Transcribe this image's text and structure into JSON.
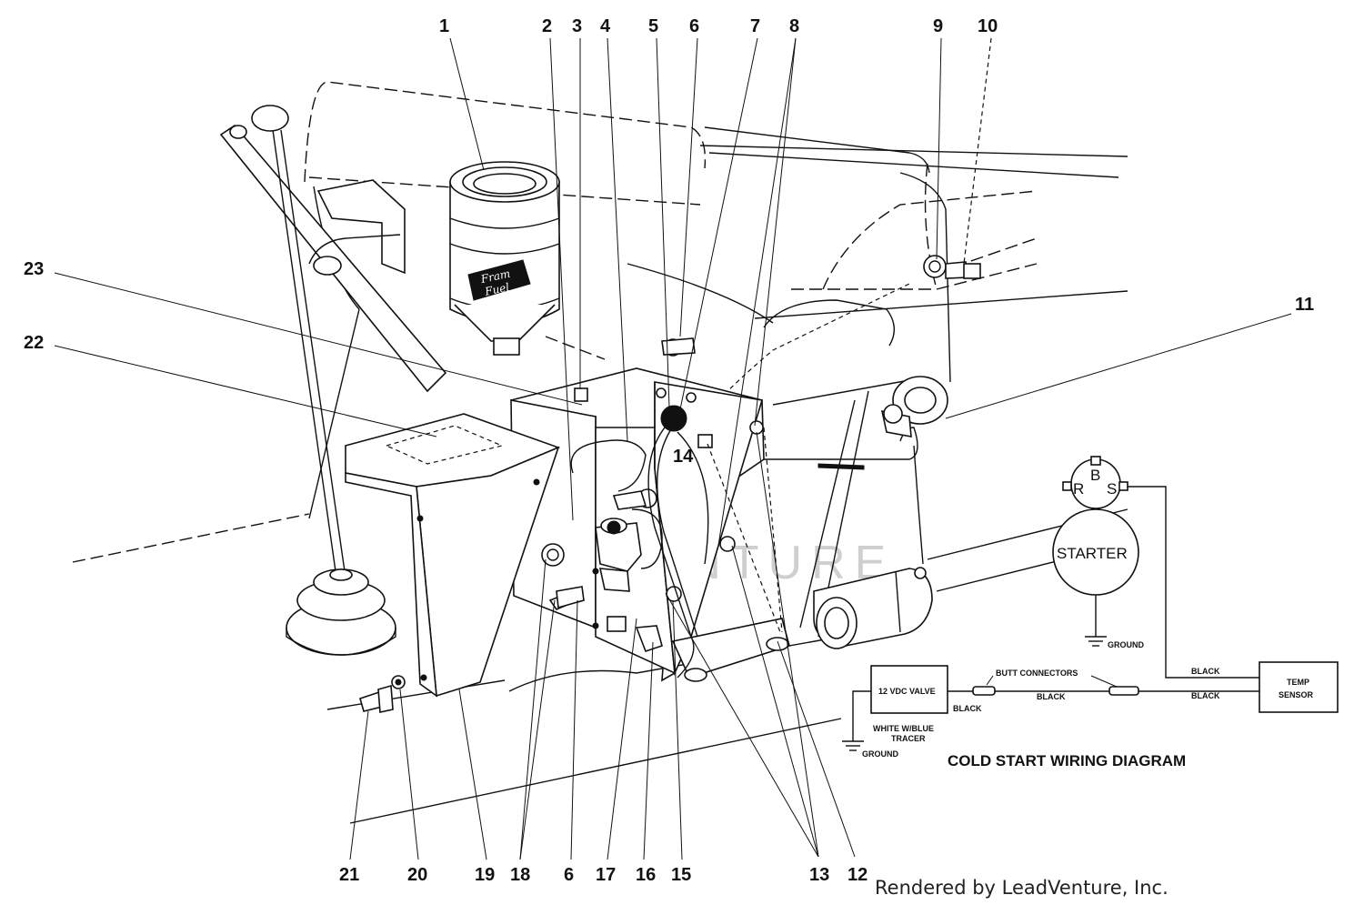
{
  "callouts": [
    {
      "id": "c1",
      "text": "1"
    },
    {
      "id": "c2",
      "text": "2"
    },
    {
      "id": "c3",
      "text": "3"
    },
    {
      "id": "c4",
      "text": "4"
    },
    {
      "id": "c5",
      "text": "5"
    },
    {
      "id": "c6a",
      "text": "6"
    },
    {
      "id": "c7",
      "text": "7"
    },
    {
      "id": "c8",
      "text": "8"
    },
    {
      "id": "c9",
      "text": "9"
    },
    {
      "id": "c10",
      "text": "10"
    },
    {
      "id": "c11",
      "text": "11"
    },
    {
      "id": "c12",
      "text": "12"
    },
    {
      "id": "c13",
      "text": "13"
    },
    {
      "id": "c14",
      "text": "14"
    },
    {
      "id": "c15",
      "text": "15"
    },
    {
      "id": "c16",
      "text": "16"
    },
    {
      "id": "c17",
      "text": "17"
    },
    {
      "id": "c6b",
      "text": "6"
    },
    {
      "id": "c18",
      "text": "18"
    },
    {
      "id": "c19",
      "text": "19"
    },
    {
      "id": "c20",
      "text": "20"
    },
    {
      "id": "c21",
      "text": "21"
    },
    {
      "id": "c22",
      "text": "22"
    },
    {
      "id": "c23",
      "text": "23"
    }
  ],
  "wiring": {
    "title": "COLD START WIRING DIAGRAM",
    "starter": "STARTER",
    "terminal_b": "B",
    "terminal_r": "R",
    "terminal_s": "S",
    "ground_starter": "GROUND",
    "ground_valve": "GROUND",
    "valve": "12 VDC VALVE",
    "butt_connectors": "BUTT CONNECTORS",
    "black_1": "BLACK",
    "black_2": "BLACK",
    "black_3": "BLACK",
    "black_4": "BLACK",
    "white_line1": "WHITE W/BLUE",
    "white_line2": "TRACER",
    "temp_line1": "TEMP",
    "temp_line2": "SENSOR"
  },
  "filter_label_line1": "Fram",
  "filter_label_line2": "Fuel",
  "watermark": "LEADVENTURE",
  "credit": "Rendered by LeadVenture, Inc."
}
